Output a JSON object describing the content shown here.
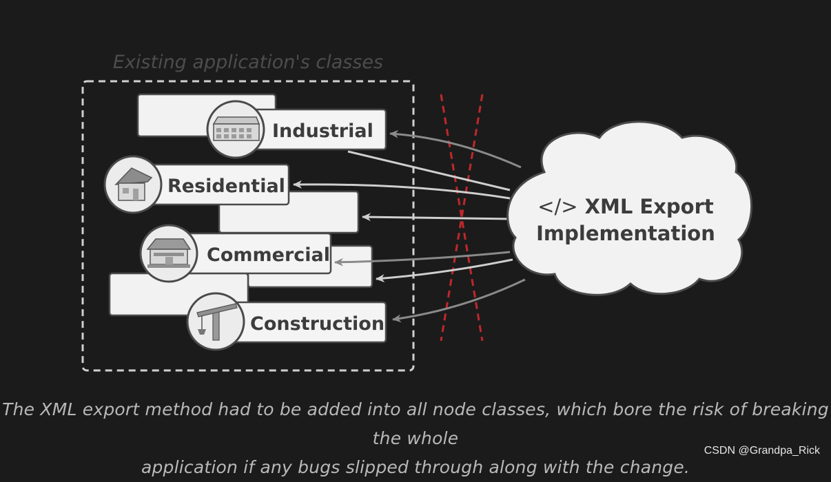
{
  "group": {
    "title": "Existing application's classes"
  },
  "classes": {
    "industrial": "Industrial",
    "residential": "Residential",
    "commercial": "Commercial",
    "construction": "Construction"
  },
  "cloud": {
    "icon": "</>",
    "line1": "XML Export",
    "line2": "Implementation"
  },
  "caption": {
    "line1": "The XML export method had to be added into all node classes, which bore the risk of breaking the whole",
    "line2": "application if any bugs slipped through along with the change."
  },
  "watermark": "CSDN @Grandpa_Rick",
  "colors": {
    "background": "#1b1b1c",
    "box_fill": "#f2f2f2",
    "box_stroke": "#4a4a4a",
    "label_text": "#3c3c3c",
    "dashed_group": "#d0d0d0",
    "cross": "#c0282b",
    "arrow": "#cfcfcf",
    "caption": "#b9b9b9"
  },
  "icons": [
    "factory-icon",
    "house-icon",
    "store-icon",
    "crane-icon",
    "code-icon"
  ]
}
